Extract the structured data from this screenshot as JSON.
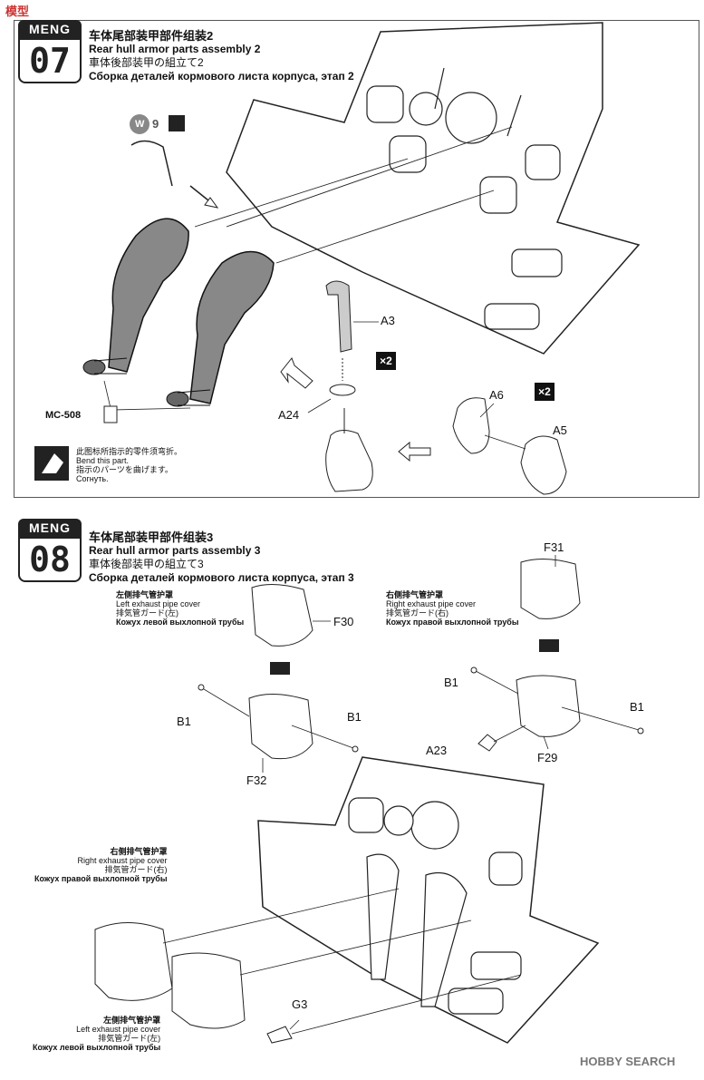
{
  "watermark_top": "模型",
  "watermark_bottom": "HOBBY SEARCH",
  "brand": "MENG",
  "step7": {
    "number": "07",
    "title_zh": "车体尾部装甲部件组装2",
    "title_en": "Rear hull armor parts assembly 2",
    "title_ja": "車体後部装甲の組立て2",
    "title_ru": "Сборка деталей кормового листа корпуса, этап 2",
    "wire_id": "W",
    "wire_count": "9",
    "parts": {
      "A3": "A3",
      "A24": "A24",
      "A6": "A6",
      "A5": "A5",
      "mc508": "MC-508"
    },
    "qty1": "×2",
    "qty2": "×2",
    "bend_zh": "此图标所指示的零件须弯折。",
    "bend_en": "Bend this part.",
    "bend_ja": "指示のパーツを曲げます。",
    "bend_ru": "Согнуть."
  },
  "step8": {
    "number": "08",
    "title_zh": "车体尾部装甲部件组装3",
    "title_en": "Rear hull armor parts assembly 3",
    "title_ja": "車体後部装甲の組立て3",
    "title_ru": "Сборка деталей кормового листа корпуса, этап 3",
    "left_cover": {
      "zh": "左侧排气管护罩",
      "en": "Left exhaust pipe cover",
      "ja": "排気管ガード(左)",
      "ru": "Кожух левой выхлопной трубы"
    },
    "right_cover": {
      "zh": "右侧排气管护罩",
      "en": "Right exhaust pipe cover",
      "ja": "排気管ガード(右)",
      "ru": "Кожух правой выхлопной трубы"
    },
    "parts": {
      "F30": "F30",
      "F31": "F31",
      "F32": "F32",
      "F29": "F29",
      "B1a": "B1",
      "B1b": "B1",
      "B1c": "B1",
      "B1d": "B1",
      "A23": "A23",
      "G3": "G3"
    }
  }
}
